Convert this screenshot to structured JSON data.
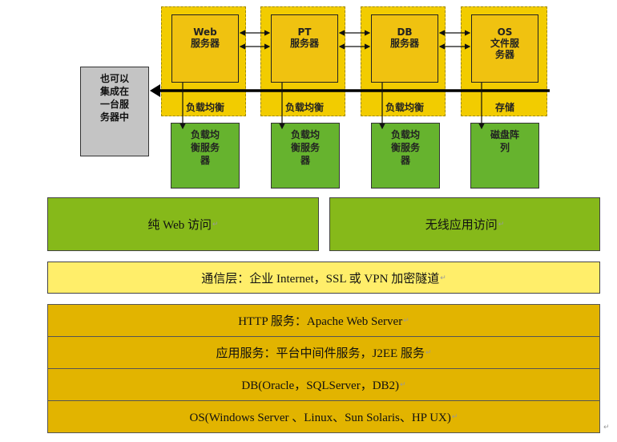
{
  "servers": [
    {
      "line1": "Web",
      "line2": "服务器",
      "line3": "",
      "label": "负载均衡",
      "sub": [
        "负载均",
        "衡服务",
        "器"
      ]
    },
    {
      "line1": "PT",
      "line2": "服务器",
      "line3": "",
      "label": "负载均衡",
      "sub": [
        "负载均",
        "衡服务",
        "器"
      ]
    },
    {
      "line1": "DB",
      "line2": "服务器",
      "line3": "",
      "label": "负载均衡",
      "sub": [
        "负载均",
        "衡服务",
        "器"
      ]
    },
    {
      "line1": "OS",
      "line2": "文件服",
      "line3": "务器",
      "label": "存储",
      "sub": [
        "磁盘阵",
        "列"
      ]
    }
  ],
  "side_note": [
    "也可以",
    "集成在",
    "一台服",
    "务器中"
  ],
  "access": {
    "web": "纯 Web 访问",
    "wireless": "无线应用访问"
  },
  "comm_layer": "通信层：企业 Internet，SSL 或 VPN 加密隧道",
  "layers": {
    "http": "HTTP 服务：Apache Web Server",
    "app": "应用服务：平台中间件服务，J2EE 服务",
    "db": "DB(Oracle，SQLServer，DB2)",
    "os": "OS(Windows Server 、Linux、Sun Solaris、HP UX)"
  },
  "para_mark": "↵",
  "colors": {
    "yellow_outer": "#f2cc00",
    "green": "#66b32e",
    "lime": "#86b91a",
    "pale_yellow": "#ffee6a",
    "dark_yellow": "#e2b400",
    "gray": "#c4c4c4"
  }
}
